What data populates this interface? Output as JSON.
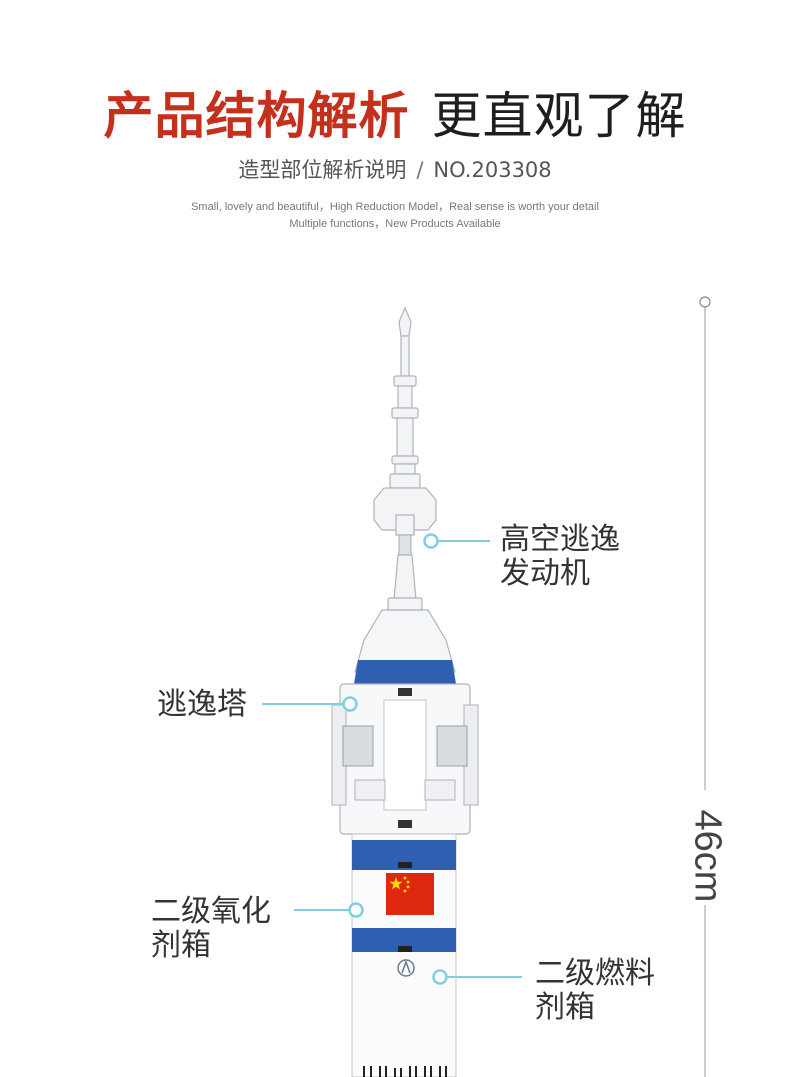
{
  "header": {
    "title_highlight": "产品结构解析",
    "title_rest": "更直观了解",
    "subtitle_left": "造型部位解析说明",
    "subtitle_sep": "/",
    "subtitle_right": "NO.203308",
    "tagline_line1": "Small, lovely and beautiful，High Reduction Model，Real sense is worth your detail",
    "tagline_line2": "Multiple functions，New Products Available"
  },
  "callouts": {
    "escape_engine": [
      "高空逃逸",
      "发动机"
    ],
    "escape_tower": "逃逸塔",
    "oxidizer_tank": [
      "二级氧化",
      "剂箱"
    ],
    "fuel_tank": [
      "二级燃料",
      "剂箱"
    ]
  },
  "dimension": {
    "height_label": "46cm"
  },
  "colors": {
    "title_red": "#c4301c",
    "callout_line": "#7fcfe0",
    "rocket_blue": "#2f5fb0",
    "flag_red": "#de2910",
    "flag_star": "#ffde00"
  }
}
